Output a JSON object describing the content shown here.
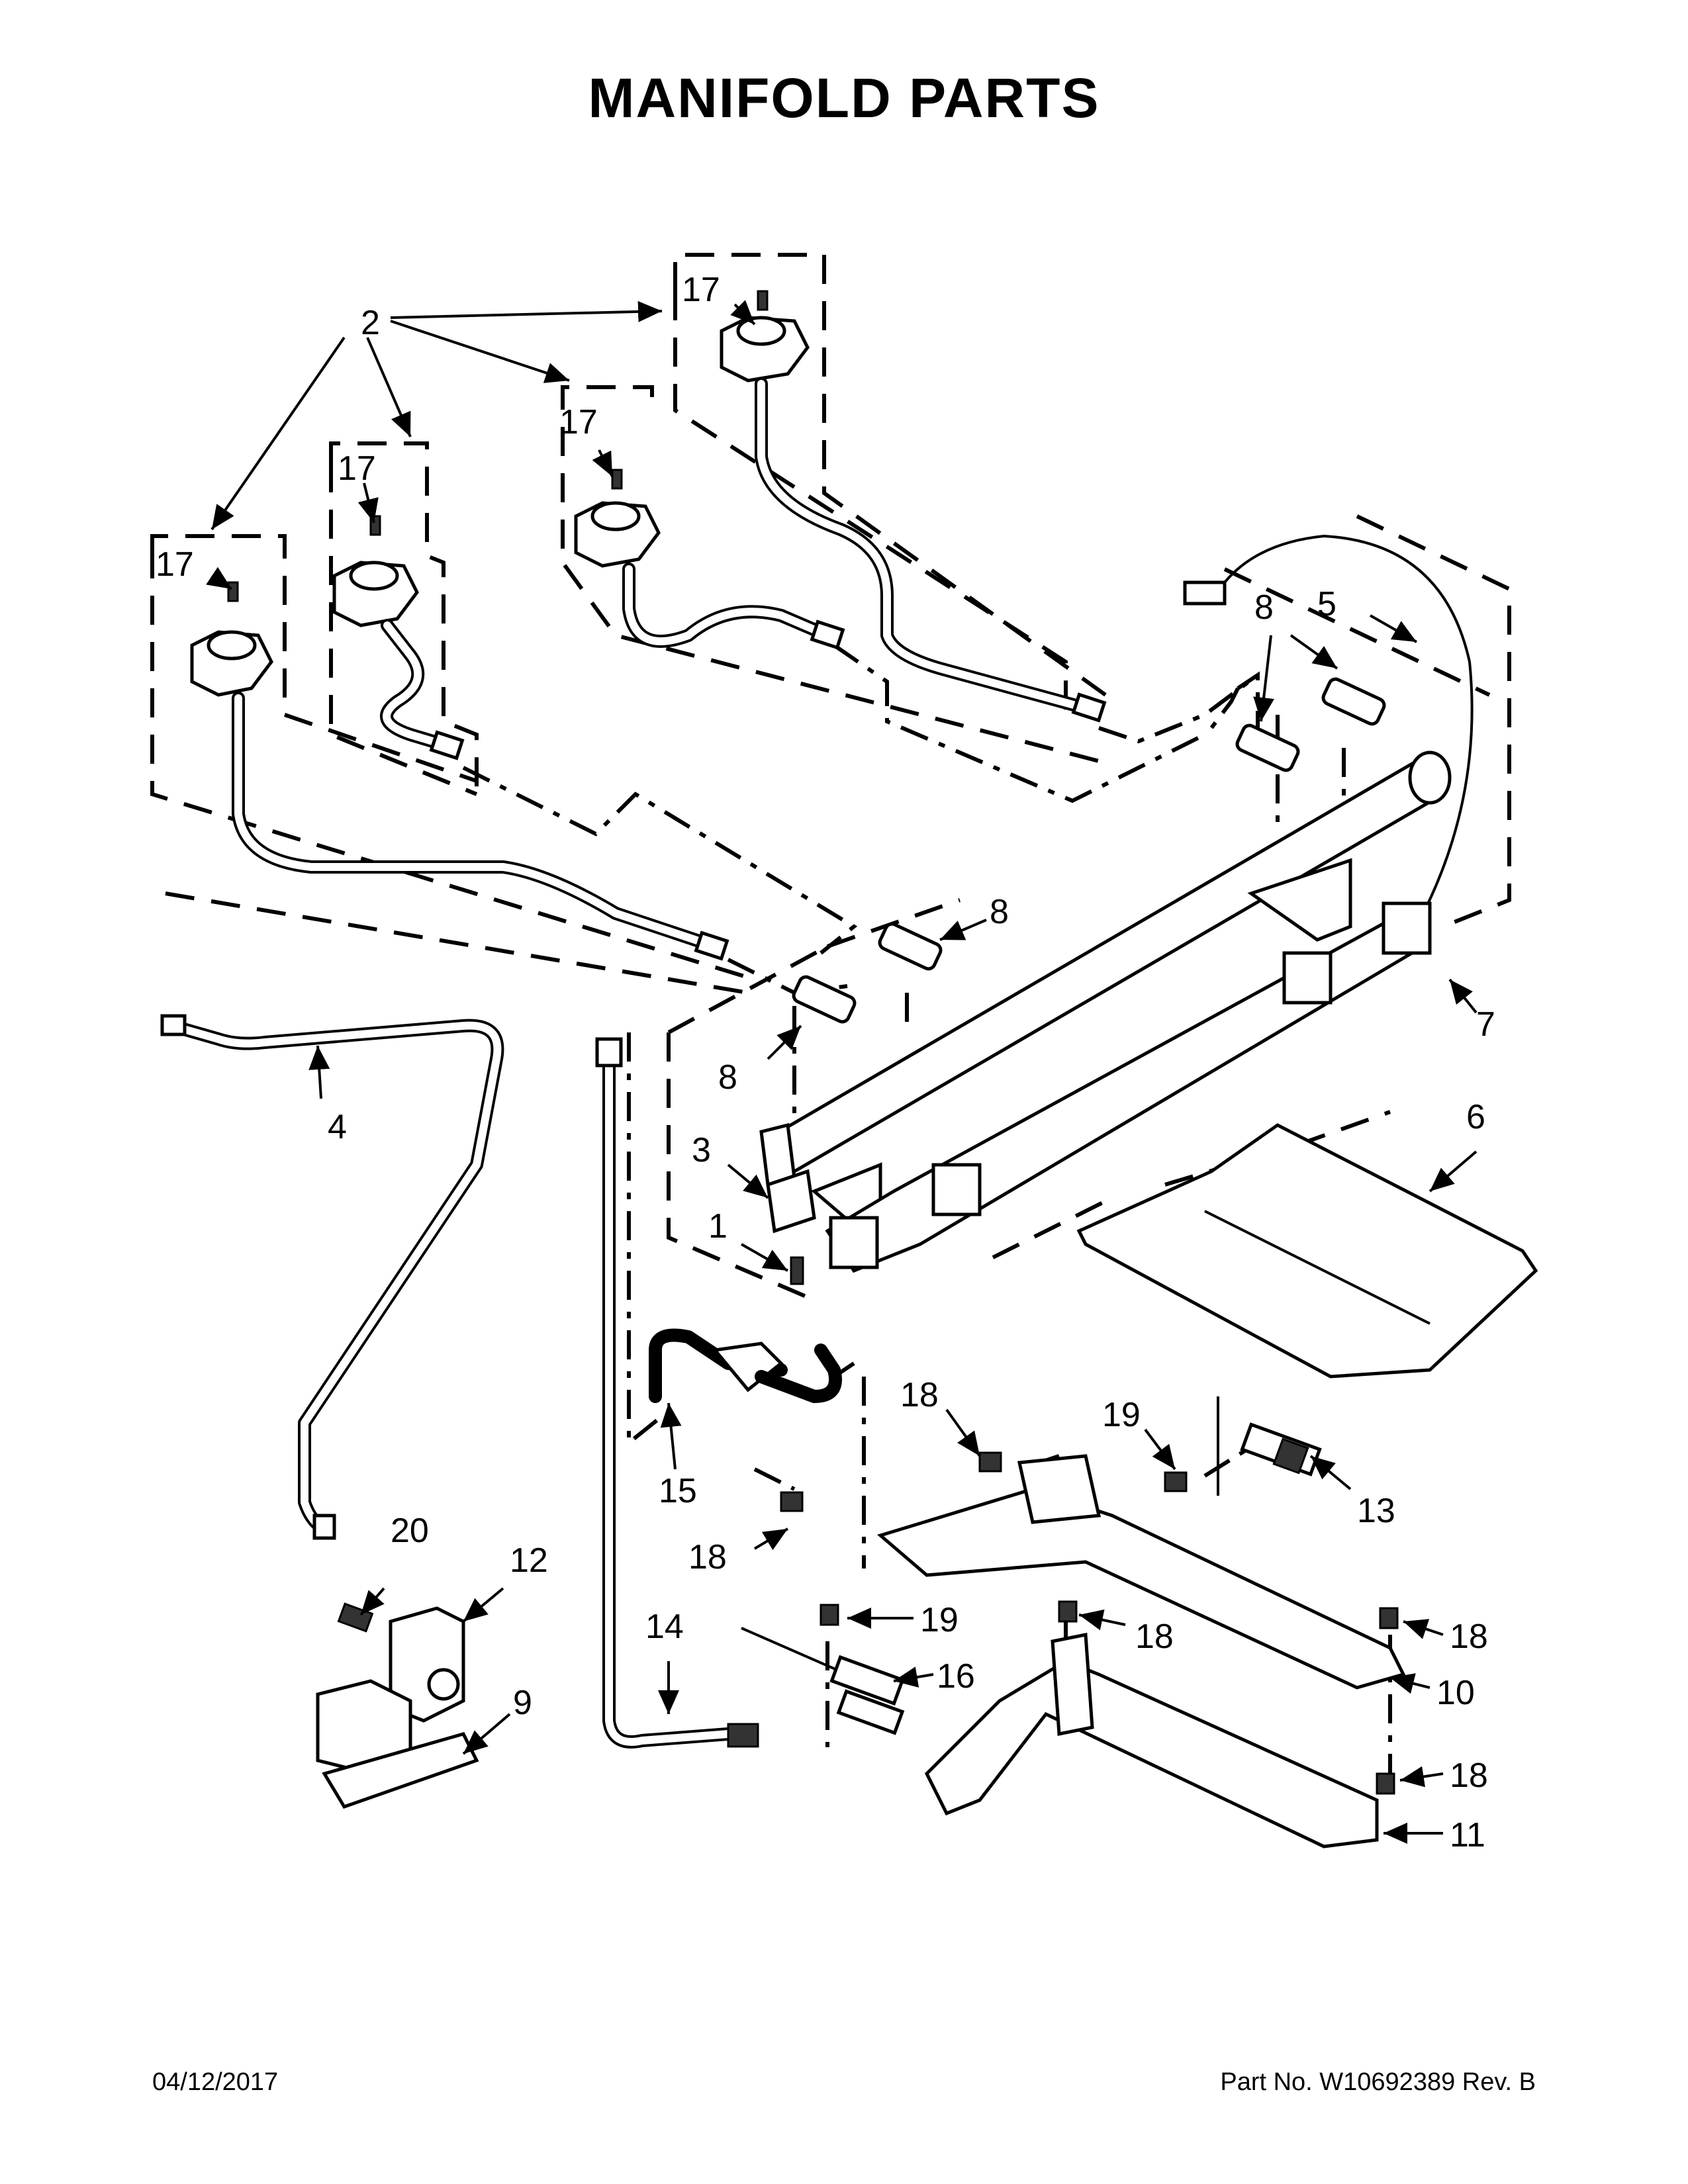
{
  "title": "MANIFOLD PARTS",
  "footer": {
    "date": "04/12/2017",
    "part_number": "Part No.  W10692389  Rev.  B"
  },
  "callouts": {
    "c1": "1",
    "c2": "2",
    "c3": "3",
    "c4": "4",
    "c5": "5",
    "c6": "6",
    "c7": "7",
    "c8a": "8",
    "c8b": "8",
    "c8c": "8",
    "c9": "9",
    "c10": "10",
    "c11": "11",
    "c12": "12",
    "c13": "13",
    "c14": "14",
    "c15": "15",
    "c16": "16",
    "c17a": "17",
    "c17b": "17",
    "c17c": "17",
    "c17d": "17",
    "c18a": "18",
    "c18b": "18",
    "c18c": "18",
    "c18d": "18",
    "c18e": "18",
    "c19a": "19",
    "c19b": "19",
    "c20": "20"
  }
}
